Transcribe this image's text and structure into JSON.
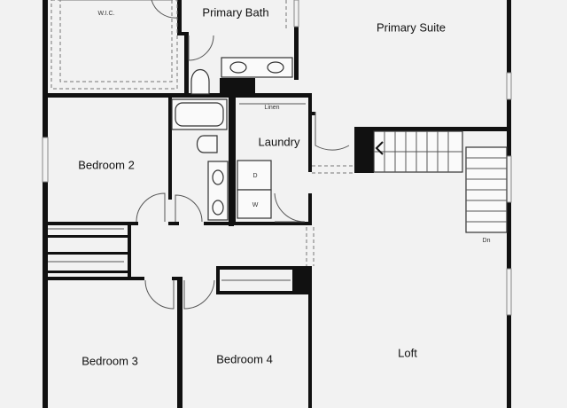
{
  "rooms": {
    "wic": "W.I.C.",
    "primary_bath": "Primary Bath",
    "primary_suite": "Primary Suite",
    "linen": "Linen",
    "laundry": "Laundry",
    "bedroom_2": "Bedroom 2",
    "bedroom_3": "Bedroom 3",
    "bedroom_4": "Bedroom 4",
    "loft": "Loft"
  },
  "appliances": {
    "dryer": "D",
    "washer": "W"
  },
  "stairs": {
    "down": "Dn"
  },
  "colors": {
    "background": "#f2f2f2",
    "wall": "#111111"
  }
}
